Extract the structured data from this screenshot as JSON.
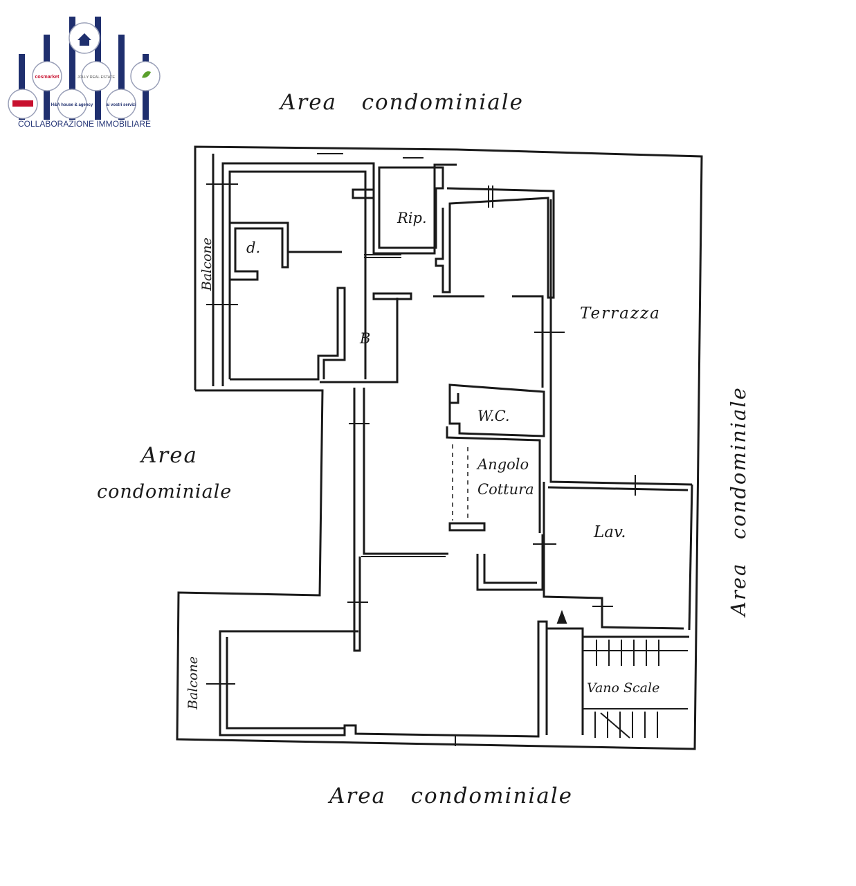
{
  "logo": {
    "caption": "COLLABORAZIONE IMMOBILIARE",
    "brands": [
      "cosmarket",
      "JOLLY REAL ESTATE",
      "H&A house & agency",
      "ai vostri servizi"
    ],
    "colors": {
      "stripe": "#1f2f6e",
      "caption": "#2a3a7a",
      "red": "#c8102e",
      "green": "#5aa02c"
    }
  },
  "labels": {
    "area_top": "Area   condominiale",
    "area_left_1": "Area",
    "area_left_2": "condominiale",
    "area_right": "Area   condominiale",
    "area_bottom": "Area   condominiale",
    "balcone_top": "Balcone",
    "balcone_bottom": "Balcone",
    "rip": "Rip.",
    "d": "d.",
    "b": "B",
    "terrazza": "Terrazza",
    "wc": "W.C.",
    "angolo_1": "Angolo",
    "angolo_2": "Cottura",
    "lav": "Lav.",
    "vano_scale": "Vano Scale"
  },
  "colors": {
    "ink": "#1a1a1a",
    "paper": "#ffffff"
  }
}
